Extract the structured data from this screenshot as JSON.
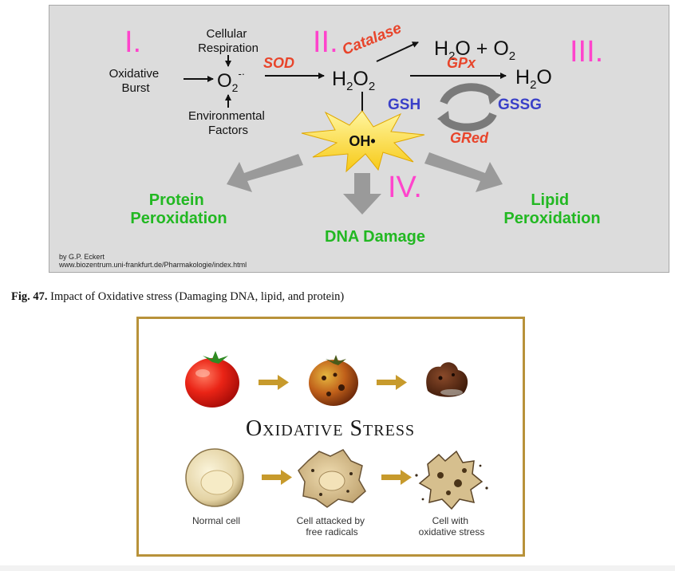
{
  "figure1": {
    "numerals": {
      "i": "I.",
      "ii": "II.",
      "iii": "III.",
      "iv": "IV."
    },
    "sources": {
      "respiration_line1": "Cellular",
      "respiration_line2": "Respiration",
      "burst_line1": "Oxidative",
      "burst_line2": "Burst",
      "env_line1": "Environmental",
      "env_line2": "Factors"
    },
    "species": {
      "superoxide": "O",
      "superoxide_sub": "2",
      "superoxide_sup": "-·",
      "peroxide": "H",
      "peroxide_sub1": "2",
      "peroxide_mid": "O",
      "peroxide_sub2": "2",
      "water_o2": "H",
      "water_o2_sub": "2",
      "water_o2_mid": "O + O",
      "water_o2_sub2": "2",
      "water": "H",
      "water_sub": "2",
      "water_end": "O",
      "hydroxyl": "OH•"
    },
    "enzymes": {
      "sod": "SOD",
      "catalase": "Catalase",
      "gpx": "GPx",
      "gred": "GRed",
      "gsh": "GSH",
      "gssg": "GSSG"
    },
    "outcomes": {
      "protein_line1": "Protein",
      "protein_line2": "Peroxidation",
      "dna": "DNA Damage",
      "lipid_line1": "Lipid",
      "lipid_line2": "Peroxidation"
    },
    "credit_line1": "by G.P. Eckert",
    "credit_line2": "www.biozentrum.uni-frankfurt.de/Pharmakologie/index.html"
  },
  "caption": {
    "label": "Fig. 47.",
    "text": " Impact of Oxidative stress (Damaging DNA, lipid, and protein)"
  },
  "figure2": {
    "title": "Oxidative Stress",
    "labels": {
      "normal_cell": "Normal cell",
      "attacked_line1": "Cell attacked by",
      "attacked_line2": "free radicals",
      "stress_line1": "Cell with",
      "stress_line2": "oxidative stress"
    }
  },
  "colors": {
    "magenta": "#ff44cc",
    "red": "#e8442a",
    "blue": "#3a40c8",
    "green": "#22b822",
    "gold": "#b8923a",
    "arrow_gold": "#c79a2c"
  }
}
